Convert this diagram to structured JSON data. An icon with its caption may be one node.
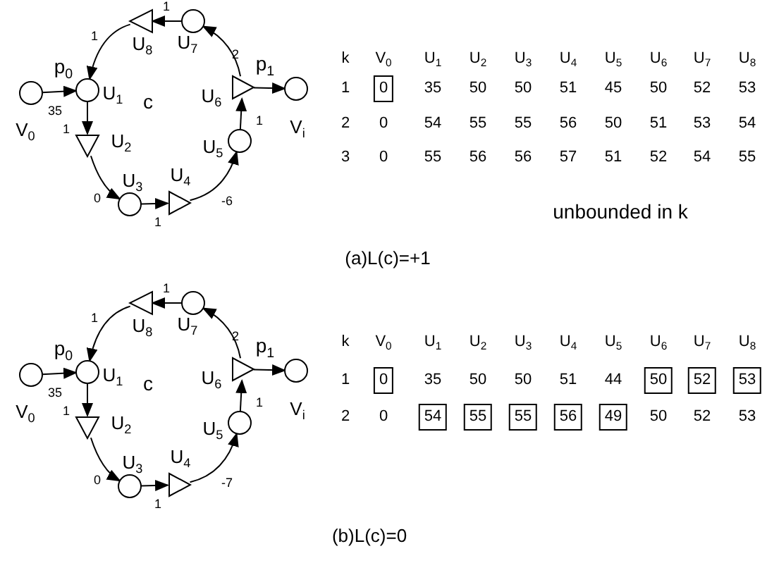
{
  "diagram": {
    "nodes": [
      {
        "text": [],
        "shape": "circle",
        "beside": [
          "V$_{0}$"
        ]
      },
      {
        "text": [],
        "shape": "circle",
        "beside": [
          "U$_{1}$"
        ]
      },
      {
        "text": [],
        "shape": "triangle",
        "beside": [
          "U$_{2}$"
        ]
      },
      {
        "text": [],
        "shape": "circle",
        "beside": [
          "U$_{3}$"
        ]
      },
      {
        "text": [],
        "shape": "triangle",
        "beside": [
          "U$_{4}$"
        ]
      },
      {
        "text": [],
        "shape": "circle",
        "beside": [
          "U$_{5}$"
        ]
      },
      {
        "text": [],
        "shape": "triangle",
        "beside": [
          "U$_{6}$"
        ]
      },
      {
        "text": [],
        "shape": "circle",
        "beside": [
          "U$_{7}$"
        ]
      },
      {
        "text": [],
        "shape": "triangle",
        "beside": [
          "U$_{8}$"
        ]
      },
      {
        "text": [],
        "shape": "circle",
        "beside": [
          "V$_{i}$"
        ]
      },
      {
        "text": [],
        "shape": "circle",
        "beside": [
          "V$_{0}$"
        ]
      },
      {
        "text": [],
        "shape": "circle",
        "beside": [
          "U$_{1}$"
        ]
      },
      {
        "text": [],
        "shape": "triangle",
        "beside": [
          "U$_{2}$"
        ]
      },
      {
        "text": [],
        "shape": "circle",
        "beside": [
          "U$_{3}$"
        ]
      },
      {
        "text": [],
        "shape": "triangle",
        "beside": [
          "U$_{4}$"
        ]
      },
      {
        "text": [],
        "shape": "circle",
        "beside": [
          "U$_{5}$"
        ]
      },
      {
        "text": [],
        "shape": "triangle",
        "beside": [
          "U$_{6}$"
        ]
      },
      {
        "text": [],
        "shape": "circle",
        "beside": [
          "U$_{7}$"
        ]
      },
      {
        "text": [],
        "shape": "triangle",
        "beside": [
          "U$_{8}$"
        ]
      },
      {
        "text": [],
        "shape": "circle",
        "beside": [
          "V$_{i}$"
        ]
      }
    ],
    "edges": [
      {
        "from": 0,
        "to": 1,
        "arrow": "to",
        "label": "35"
      },
      {
        "from": 1,
        "to": 2,
        "arrow": "to",
        "label": "1"
      },
      {
        "from": 2,
        "to": 3,
        "arrow": "to",
        "label": "0"
      },
      {
        "from": 3,
        "to": 4,
        "arrow": "to",
        "label": "1"
      },
      {
        "from": 4,
        "to": 5,
        "arrow": "to",
        "label": "-6"
      },
      {
        "from": 5,
        "to": 6,
        "arrow": "to",
        "label": "1"
      },
      {
        "from": 6,
        "to": 7,
        "arrow": "to",
        "label": "2"
      },
      {
        "from": 7,
        "to": 8,
        "arrow": "to",
        "label": "1"
      },
      {
        "from": 8,
        "to": 1,
        "arrow": "to",
        "label": "1"
      },
      {
        "from": 6,
        "to": 9,
        "arrow": "to"
      },
      {
        "from": 10,
        "to": 11,
        "arrow": "to",
        "label": "35"
      },
      {
        "from": 11,
        "to": 12,
        "arrow": "to",
        "label": "1"
      },
      {
        "from": 12,
        "to": 13,
        "arrow": "to",
        "label": "0"
      },
      {
        "from": 13,
        "to": 14,
        "arrow": "to",
        "label": "1"
      },
      {
        "from": 14,
        "to": 15,
        "arrow": "to",
        "label": "-7"
      },
      {
        "from": 15,
        "to": 16,
        "arrow": "to",
        "label": "1"
      },
      {
        "from": 16,
        "to": 17,
        "arrow": "to",
        "label": "2"
      },
      {
        "from": 17,
        "to": 18,
        "arrow": "to",
        "label": "1"
      },
      {
        "from": 18,
        "to": 11,
        "arrow": "to",
        "label": "1"
      },
      {
        "from": 16,
        "to": 19,
        "arrow": "to"
      }
    ],
    "labels": [
      "p$_{0}$",
      "p$_{1}$",
      "c",
      "k",
      "V$_{0}$",
      "U$_{1}$",
      "U$_{2}$",
      "U$_{3}$",
      "U$_{4}$",
      "U$_{5}$",
      "U$_{6}$",
      "U$_{7}$",
      "U$_{8}$",
      "1",
      "0",
      "35",
      "50",
      "50",
      "51",
      "45",
      "50",
      "52",
      "53",
      "2",
      "0",
      "54",
      "55",
      "55",
      "56",
      "50",
      "51",
      "53",
      "54",
      "3",
      "0",
      "55",
      "56",
      "56",
      "57",
      "51",
      "52",
      "54",
      "55",
      "unbounded in k",
      "(a)L(c)=+1",
      "p$_{0}$",
      "p$_{1}$",
      "c",
      "k",
      "V$_{0}$",
      "U$_{1}$",
      "U$_{2}$",
      "U$_{3}$",
      "U$_{4}$",
      "U$_{5}$",
      "U$_{6}$",
      "U$_{7}$",
      "U$_{8}$",
      "1",
      "0",
      "35",
      "50",
      "50",
      "51",
      "44",
      "50",
      "52",
      "53",
      "2",
      "0",
      "54",
      "55",
      "55",
      "56",
      "49",
      "50",
      "52",
      "53",
      "(b)L(c)=0"
    ]
  }
}
